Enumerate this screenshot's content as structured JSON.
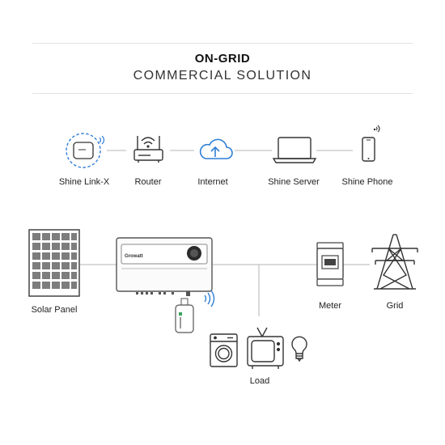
{
  "header": {
    "title_bold": "ON-GRID",
    "title_light": "COMMERCIAL SOLUTION"
  },
  "monitoring_chain": [
    {
      "label": "Shine Link-X",
      "icon": "shine-link-x-icon"
    },
    {
      "label": "Router",
      "icon": "router-icon"
    },
    {
      "label": "Internet",
      "icon": "cloud-upload-icon"
    },
    {
      "label": "Shine Server",
      "icon": "laptop-icon"
    },
    {
      "label": "Shine Phone",
      "icon": "smartphone-icon"
    }
  ],
  "system": {
    "solar_panel": "Solar Panel",
    "inverter_brand": "Growatt",
    "meter": "Meter",
    "grid": "Grid",
    "load": "Load"
  },
  "colors": {
    "accent_blue": "#2f7fd6",
    "line_gray": "#b5b5b5",
    "icon_dark": "#333333"
  }
}
